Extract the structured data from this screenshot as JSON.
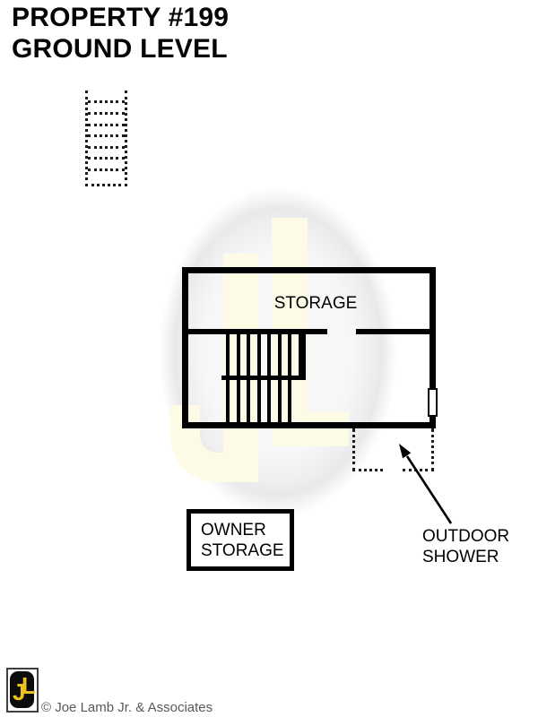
{
  "title": {
    "line1": "PROPERTY #199",
    "line2": "GROUND LEVEL"
  },
  "floor_plan": {
    "room_label": "STORAGE",
    "wall_color": "#000000",
    "features": [
      "u-shaped-staircase",
      "door-opening-in-divider-wall",
      "door-on-right-wall",
      "dotted-exterior-stair",
      "dotted-outdoor-shower-outline"
    ]
  },
  "owner_storage_box": {
    "line1": "OWNER",
    "line2": "STORAGE"
  },
  "outdoor_shower_label": {
    "line1": "OUTDOOR",
    "line2": "SHOWER"
  },
  "watermark": {
    "monogram": "JL",
    "letter_color": "#fdfae6",
    "ellipse_color": "#f0f0f0"
  },
  "footer": {
    "logo_j": "J",
    "logo_l": "L",
    "logo_letter_color": "#eec31e",
    "logo_bg": "#0c0c0c",
    "copyright": "© Joe Lamb Jr. & Associates",
    "copyright_color": "#58595b"
  }
}
